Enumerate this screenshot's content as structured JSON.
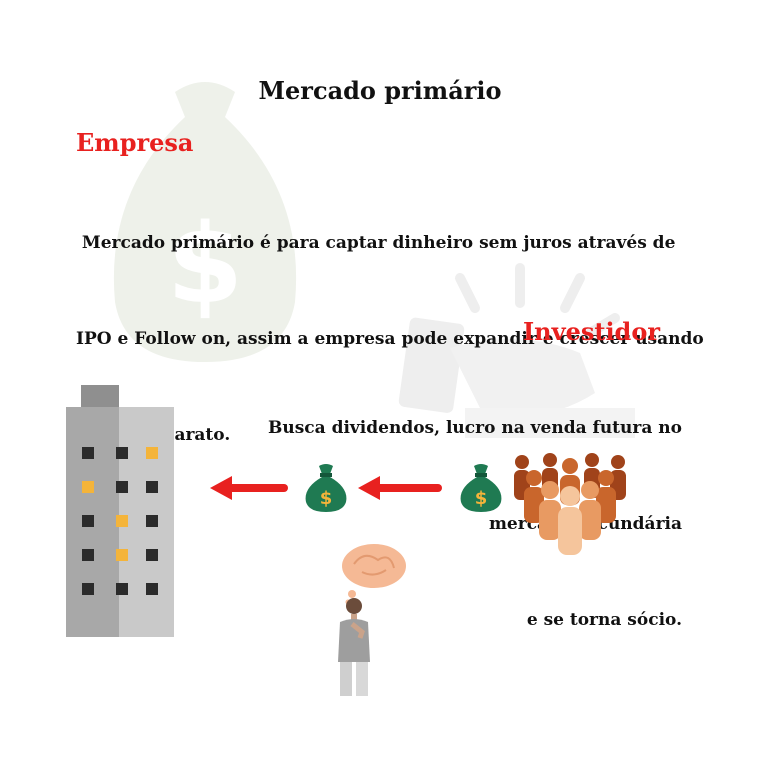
{
  "title": "Mercado primário",
  "empresa": {
    "heading": "Empresa",
    "lines": [
      " Mercado primário é para captar dinheiro sem juros através de",
      "IPO e Follow on, assim a empresa pode expandir e crescer usando",
      "dinheiro barato."
    ]
  },
  "investidor": {
    "heading": "Investidor",
    "lines": [
      "Busca dividendos, lucro na venda futura no",
      "mercado secundária",
      "e se torna sócio."
    ]
  },
  "money_bag_symbol": "$",
  "colors": {
    "accent_red": "#e8211f",
    "money_green": "#1f7a52",
    "building_gray": "#a9a9a9",
    "window_yellow": "#f4b43a"
  },
  "icons": [
    "money-bag-icon",
    "left-arrow-icon",
    "building-icon",
    "people-group-icon",
    "thinking-person-icon",
    "handshake-icon"
  ]
}
